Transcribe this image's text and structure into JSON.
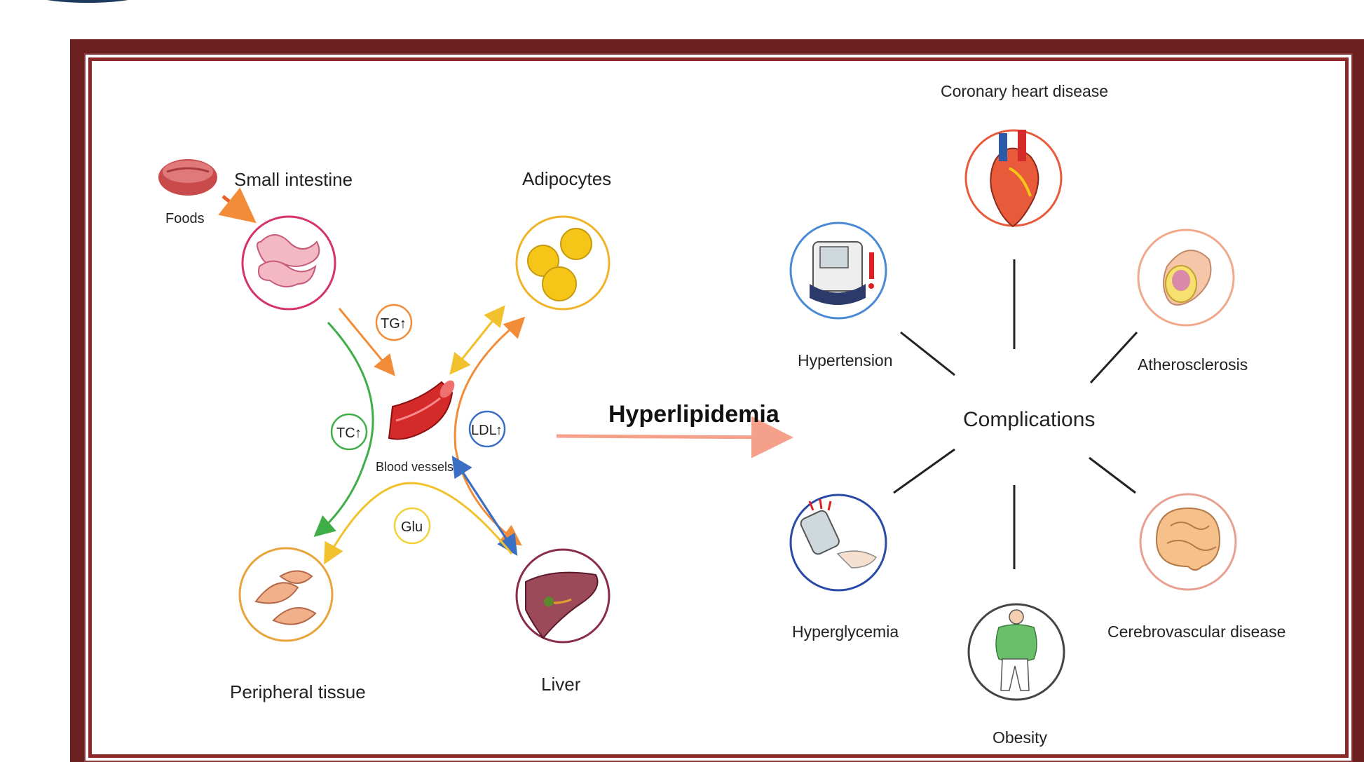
{
  "left": {
    "foods": "Foods",
    "small_intestine": "Small intestine",
    "adipocytes": "Adipocytes",
    "blood_vessels": "Blood vessels",
    "peripheral_tissue": "Peripheral tissue",
    "liver": "Liver",
    "tg": "TG",
    "tc": "TC",
    "ldl": "LDL",
    "glu": "Glu"
  },
  "center": {
    "hyperlipidemia": "Hyperlipidemia"
  },
  "right": {
    "complications": "Complications",
    "coronary": "Coronary heart disease",
    "hypertension": "Hypertension",
    "atherosclerosis": "Atherosclerosis",
    "hyperglycemia": "Hyperglycemia",
    "cerebrovascular": "Cerebrovascular disease",
    "obesity": "Obesity"
  },
  "colors": {
    "frame": "#6b1f1f",
    "intestine_ring": "#d6336c",
    "adipocyte_ring": "#f0b429",
    "peripheral_ring": "#e8a33a",
    "liver_ring": "#8a2d4a",
    "tg_ring": "#f28c38",
    "tc_ring": "#3fae49",
    "ldl_ring": "#3a6fc4",
    "glu_ring": "#f2d13a",
    "arrow_main": "#f4a08a"
  }
}
